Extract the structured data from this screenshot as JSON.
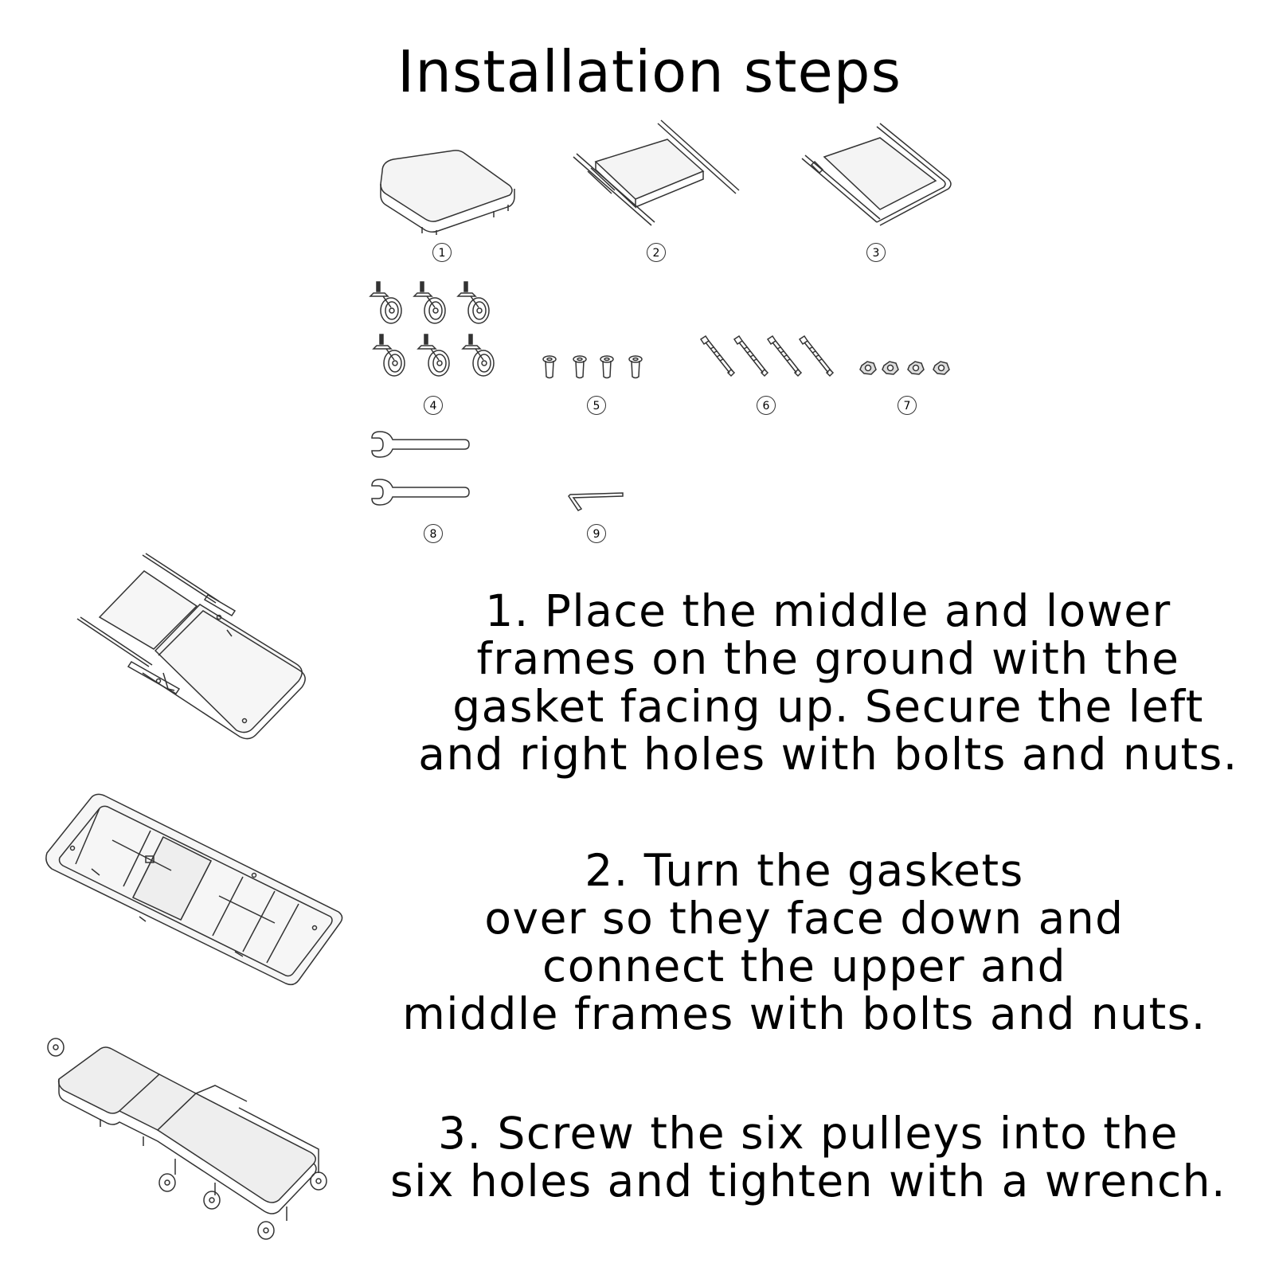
{
  "title": "Installation steps",
  "parts": [
    {
      "number": "1",
      "icon": "seat-pad-icon"
    },
    {
      "number": "2",
      "icon": "middle-frame-icon"
    },
    {
      "number": "3",
      "icon": "lower-frame-icon"
    },
    {
      "number": "4",
      "icon": "caster-wheels-icon"
    },
    {
      "number": "5",
      "icon": "sleeve-nuts-icon"
    },
    {
      "number": "6",
      "icon": "bolts-icon"
    },
    {
      "number": "7",
      "icon": "hex-nuts-icon"
    },
    {
      "number": "8",
      "icon": "wrenches-icon"
    },
    {
      "number": "9",
      "icon": "hex-key-icon"
    }
  ],
  "steps": [
    {
      "lines": [
        "1. Place the middle and lower",
        "frames on the ground with the",
        "gasket facing up. Secure the left",
        "and right holes with bolts and nuts."
      ],
      "icon": "frames-gasket-up-illustration"
    },
    {
      "lines": [
        "2. Turn the gaskets",
        "over so they face down and",
        "connect the upper and",
        "middle frames with bolts and nuts."
      ],
      "icon": "frames-gasket-down-illustration"
    },
    {
      "lines": [
        "3. Screw the six pulleys into the",
        "six holes and tighten with a wrench."
      ],
      "icon": "assembled-creeper-illustration"
    }
  ]
}
